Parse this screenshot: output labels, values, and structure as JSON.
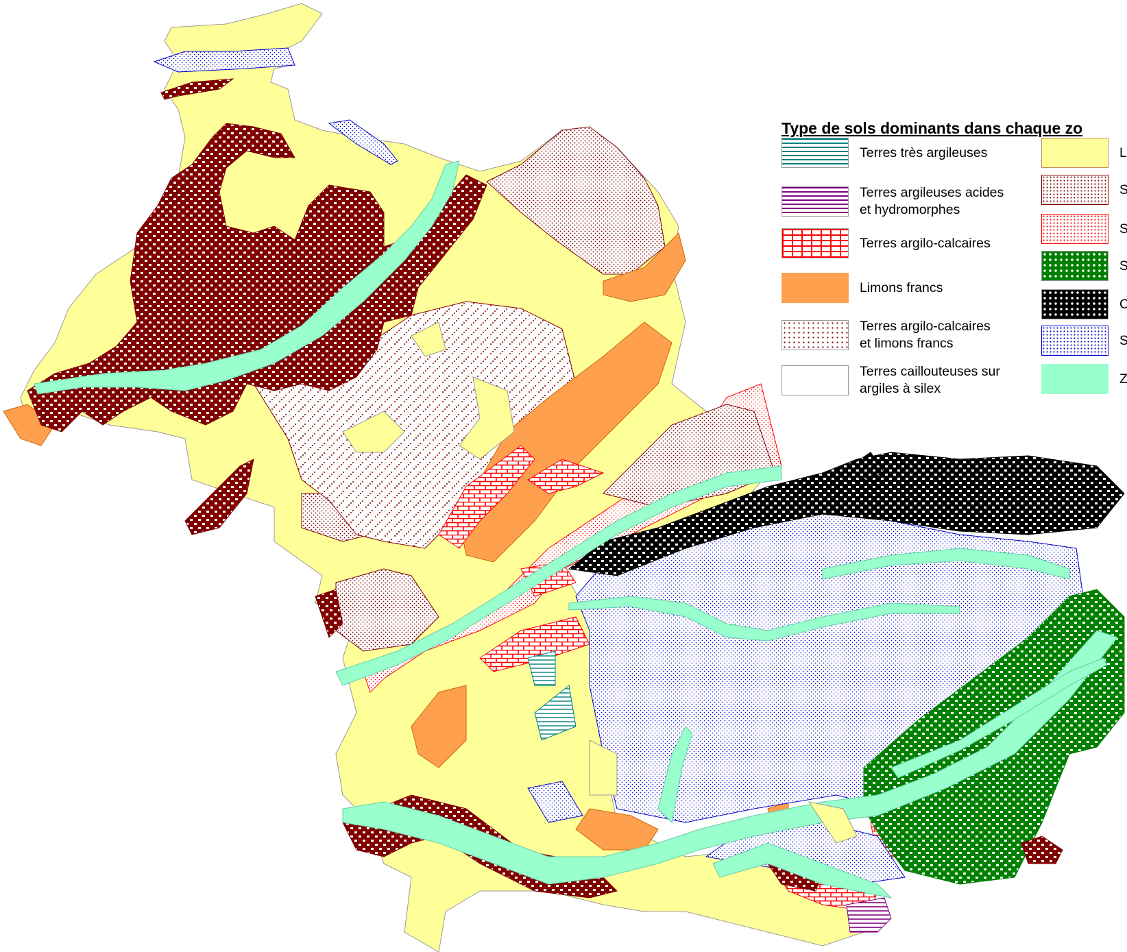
{
  "legend": {
    "title": "Type de sols dominants dans chaque zo",
    "left_column": [
      {
        "id": "tres-argileuses",
        "line1": "Terres très argileuses",
        "line2": "",
        "pattern": "hlines-teal"
      },
      {
        "id": "argileuses-acides",
        "line1": "Terres argileuses acides",
        "line2": "et hydromorphes",
        "pattern": "hlines-purple"
      },
      {
        "id": "argilo-calcaires",
        "line1": "Terres argilo-calcaires",
        "line2": "",
        "pattern": "brick-red"
      },
      {
        "id": "limons-francs",
        "line1": "Limons francs",
        "line2": "",
        "pattern": "solid-orange"
      },
      {
        "id": "argilo-calc-limons",
        "line1": "Terres argilo-calcaires",
        "line2": "et limons francs",
        "pattern": "dashdot-maroon"
      },
      {
        "id": "caillouteuses",
        "line1": "Terres caillouteuses sur",
        "line2": "argiles à silex",
        "pattern": "block-maroon"
      }
    ],
    "right_column": [
      {
        "id": "l-yellow",
        "line1": "L",
        "pattern": "solid-yellow"
      },
      {
        "id": "s-maroon-dots",
        "line1": "S",
        "pattern": "dots-maroon"
      },
      {
        "id": "s-red-dots",
        "line1": "S",
        "pattern": "dots-red"
      },
      {
        "id": "s-green",
        "line1": "S",
        "pattern": "block-green"
      },
      {
        "id": "c-black",
        "line1": "C",
        "pattern": "block-black"
      },
      {
        "id": "s-blue-dots",
        "line1": "S",
        "pattern": "dots-blue"
      },
      {
        "id": "z-mint",
        "line1": "Z",
        "pattern": "solid-mint"
      }
    ]
  },
  "colors": {
    "yellow": "#ffff99",
    "mint": "#99ffcc",
    "orange": "#ffa04f",
    "maroon": "#800000",
    "red": "#ff0000",
    "blue": "#0000cc",
    "green": "#008000",
    "teal": "#008080",
    "purple": "#800080",
    "black": "#000000"
  }
}
